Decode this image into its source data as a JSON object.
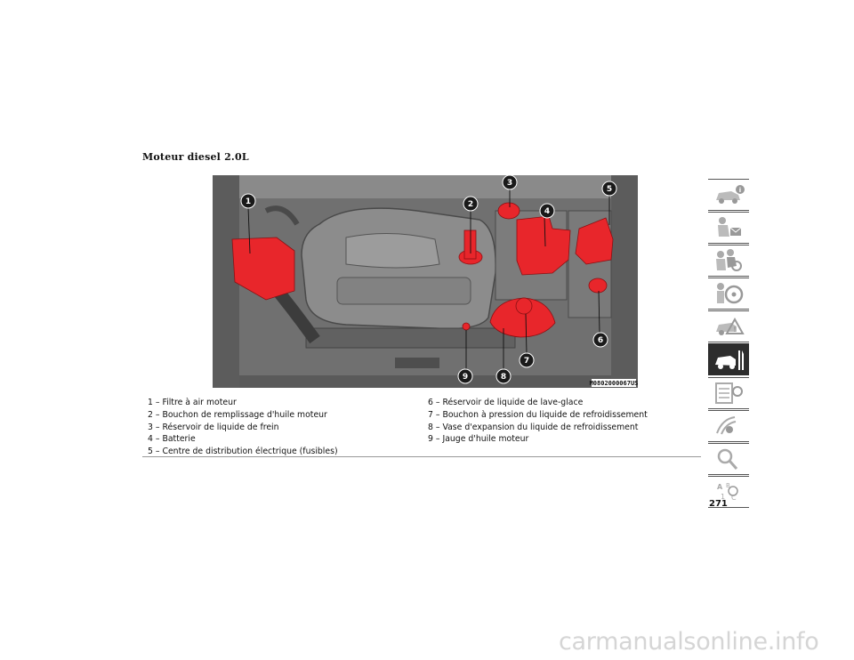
{
  "section": {
    "title": "Moteur diesel 2.0L"
  },
  "figure": {
    "code": "M0802000067US",
    "callouts": [
      "1",
      "2",
      "3",
      "4",
      "5",
      "6",
      "7",
      "8",
      "9"
    ]
  },
  "legend": {
    "left": [
      "1 – Filtre à air moteur",
      "2 – Bouchon de remplissage d'huile moteur",
      "3 – Réservoir de liquide de frein",
      "4 – Batterie",
      "5 – Centre de distribution électrique (fusibles)"
    ],
    "right": [
      "6 – Réservoir de liquide de lave-glace",
      "7 – Bouchon à pression du liquide de refroidissement",
      "8 – Vase d'expansion du liquide de refroidissement",
      "9 – Jauge d'huile moteur"
    ]
  },
  "side_tabs": [
    {
      "icon": "car-info-icon",
      "active": false
    },
    {
      "icon": "safety-icon",
      "active": false
    },
    {
      "icon": "child-seat-icon",
      "active": false
    },
    {
      "icon": "steering-wheel-icon",
      "active": false
    },
    {
      "icon": "warning-icon",
      "active": false
    },
    {
      "icon": "car-service-icon",
      "active": true
    },
    {
      "icon": "maintenance-schedule-icon",
      "active": false
    },
    {
      "icon": "multimedia-icon",
      "active": false
    },
    {
      "icon": "search-icon",
      "active": false
    },
    {
      "icon": "languages-icon",
      "active": false
    }
  ],
  "page": {
    "number": "271"
  },
  "watermark": "carmanualsonline.info",
  "colors": {
    "highlight": "#e8262b",
    "callout": "#1a1a1a"
  }
}
